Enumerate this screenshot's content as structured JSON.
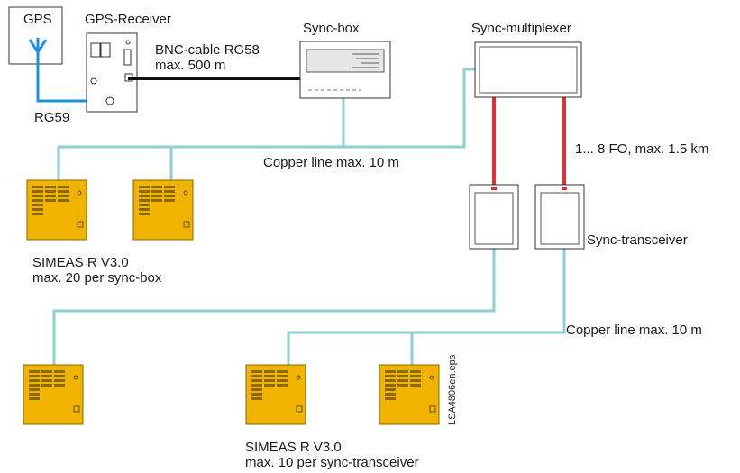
{
  "labels": {
    "gps": "GPS",
    "gps_receiver": "GPS-Receiver",
    "bnc_cable": "BNC-cable RG58",
    "bnc_max": "max. 500 m",
    "rg59": "RG59",
    "sync_box": "Sync-box",
    "sync_multiplexer": "Sync-multiplexer",
    "copper_line_1": "Copper line max. 10 m",
    "fo": "1... 8 FO, max. 1.5 km",
    "sync_transceiver": "Sync-transceiver",
    "simeas_1_title": "SIMEAS R V3.0",
    "simeas_1_sub": "max. 20 per sync-box",
    "copper_line_2": "Copper line max. 10 m",
    "simeas_2_title": "SIMEAS R V3.0",
    "simeas_2_sub": "max. 10 per sync-transceiver",
    "file_id": "LSA4806en.eps"
  },
  "colors": {
    "copper_line": "#8ecfcf",
    "fiber_line": "#d9303a",
    "gps_cable": "#1e8fe0",
    "bnc_cable": "#111111",
    "device_fill": "#f0b400",
    "device_stroke": "#8a6a00",
    "box_stroke": "#333333"
  }
}
